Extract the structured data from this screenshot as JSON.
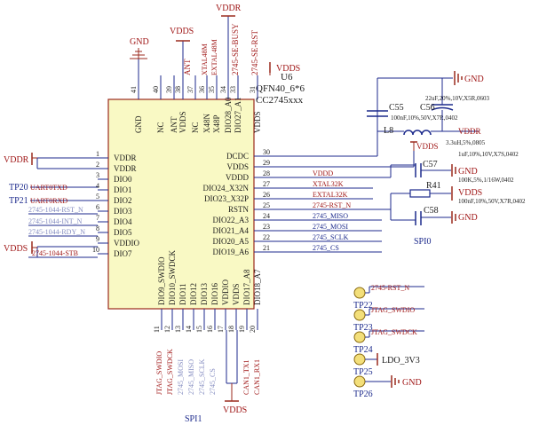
{
  "colors": {
    "wire": "#1c2a8c",
    "net": "#a01818",
    "body": "#f9f9c4",
    "text": "#1c1c1c",
    "tp": "#f3df7a"
  },
  "chip": {
    "designator": "U6",
    "package": "QFN40_6*6",
    "part": "CC2745xxx"
  },
  "pins": {
    "left": [
      {
        "num": "1",
        "name": "VDDR"
      },
      {
        "num": "2",
        "name": "VDDR"
      },
      {
        "num": "3",
        "name": "DIO0"
      },
      {
        "num": "4",
        "name": "DIO1"
      },
      {
        "num": "5",
        "name": "DIO2"
      },
      {
        "num": "6",
        "name": "DIO3"
      },
      {
        "num": "7",
        "name": "DIO4"
      },
      {
        "num": "8",
        "name": "DIO5"
      },
      {
        "num": "9",
        "name": "VDDIO"
      },
      {
        "num": "10",
        "name": "DIO7"
      }
    ],
    "right": [
      {
        "num": "30",
        "name": "DCDC"
      },
      {
        "num": "29",
        "name": "VDDS"
      },
      {
        "num": "28",
        "name": "VDDD"
      },
      {
        "num": "27",
        "name": "DIO24_X32N"
      },
      {
        "num": "26",
        "name": "DIO23_X32P"
      },
      {
        "num": "25",
        "name": "RSTN"
      },
      {
        "num": "24",
        "name": "DIO22_A3"
      },
      {
        "num": "23",
        "name": "DIO21_A4"
      },
      {
        "num": "22",
        "name": "DIO20_A5"
      },
      {
        "num": "21",
        "name": "DIO19_A6"
      }
    ],
    "top": [
      {
        "num": "41",
        "name": "GND"
      },
      {
        "num": "40",
        "name": "NC"
      },
      {
        "num": "39",
        "name": "ANT"
      },
      {
        "num": "38",
        "name": "VDDS"
      },
      {
        "num": "37",
        "name": "NC"
      },
      {
        "num": "36",
        "name": "X48N"
      },
      {
        "num": "35",
        "name": "X48P"
      },
      {
        "num": "34",
        "name": "DIO28_A0"
      },
      {
        "num": "33",
        "name": "DIO27_A1"
      },
      {
        "num": "31",
        "name": "VDDS"
      }
    ],
    "bottom": [
      {
        "num": "11",
        "name": "DIO9_SWDIO"
      },
      {
        "num": "12",
        "name": "DIO10_SWDCK"
      },
      {
        "num": "13",
        "name": "DIO11"
      },
      {
        "num": "14",
        "name": "DIO12"
      },
      {
        "num": "15",
        "name": "DIO13"
      },
      {
        "num": "16",
        "name": "DIO16"
      },
      {
        "num": "17",
        "name": "VDDIO"
      },
      {
        "num": "18",
        "name": "VDDS"
      },
      {
        "num": "19",
        "name": "DIO17_A8"
      },
      {
        "num": "20",
        "name": "DIO18_A7"
      }
    ]
  },
  "nets": {
    "top": [
      "ANT",
      "XTAL48M",
      "EXTAL48M",
      "2745-SE-BUSY",
      "2745-SE-RST"
    ],
    "right": [
      "VDDD",
      "XTAL32K",
      "EXTAL32K",
      "2745-RST_N",
      "2745_MISO",
      "2745_MOSI",
      "2745_SCLK",
      "2745_CS"
    ],
    "left": [
      "UART0TXD",
      "UART0RXD",
      "2745-1044-RST_N",
      "2745-1044-INT_N",
      "2745-1044-RDY_N",
      "2745-1044-STB"
    ],
    "bottom": [
      "JTAG_SWDIO",
      "JTAG_SWDCK",
      "2745_MOSI",
      "2745_MISO",
      "2745_SCLK",
      "2745_CS",
      "CAN1_TX1",
      "CAN1_RX1"
    ]
  },
  "power": {
    "vddr_top": "VDDR",
    "vdds_top": "VDDS",
    "gnd_top": "GND",
    "vdds_u6": "VDDS",
    "vddr_left": "VDDR",
    "vdds_left": "VDDS",
    "vdds_bottom": "VDDS",
    "gnd_c55": "GND",
    "vdds_l8": "VDDS",
    "vddr_l8": "VDDR",
    "gnd_c57": "GND",
    "vdds_r41": "VDDS",
    "gnd_c58": "GND",
    "gnd_tp26": "GND",
    "ldo": "LDO_3V3"
  },
  "components": {
    "c55": {
      "ref": "C55",
      "value": "100nF,10%,50V,X7R,0402"
    },
    "c56": {
      "ref": "C56",
      "value": "22uF,20%,10V,X5R,0603"
    },
    "l8": {
      "ref": "L8",
      "value": "3.3uH,5%,0805"
    },
    "c57": {
      "ref": "C57",
      "value": "1uF,10%,10V,X7S,0402"
    },
    "r41": {
      "ref": "R41",
      "value": "100K,5%,1/16W,0402"
    },
    "c58": {
      "ref": "C58",
      "value": "100nF,10%,50V,X7R,0402"
    }
  },
  "testpoints": [
    {
      "ref": "TP20",
      "net": "UART0TXD"
    },
    {
      "ref": "TP21",
      "net": "UART0RXD"
    },
    {
      "ref": "TP22",
      "net": "2745-RST_N"
    },
    {
      "ref": "TP23",
      "net": "JTAG_SWDIO"
    },
    {
      "ref": "TP24",
      "net": "JTAG_SWDCK"
    },
    {
      "ref": "TP25",
      "net": "LDO_3V3"
    },
    {
      "ref": "TP26",
      "net": "GND"
    }
  ],
  "groups": {
    "spi0": "SPI0",
    "spi1": "SPI1"
  }
}
